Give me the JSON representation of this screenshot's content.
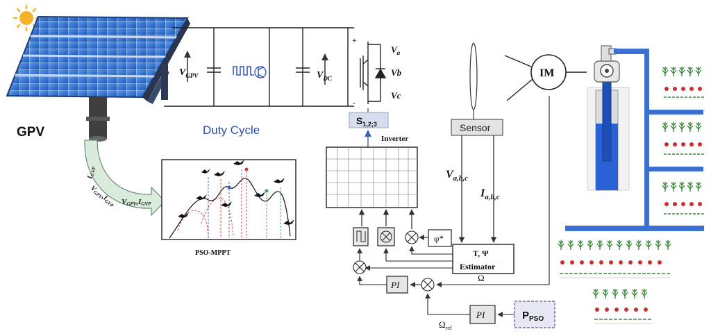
{
  "gpv": {
    "label": "GPV"
  },
  "converter": {
    "v_gpv": "V",
    "v_gpv_sub": "GPV",
    "v_dc": "V",
    "v_dc_sub": "DC",
    "duty_cycle": "Duty Cycle",
    "plus": "+",
    "minus": "-"
  },
  "inverter": {
    "label": "Inverter",
    "phase_a": "V",
    "phase_a_sub": "a",
    "phase_b": "Vb",
    "phase_c": "Vc",
    "switch_label": "S",
    "switch_sub": "1,2;3"
  },
  "arrows": {
    "igvp_label": "I",
    "igvp_sub": "GVP",
    "vgpv_igvp_label": "V",
    "vgpv_igvp_sub": "GPV",
    "vgpv_igvp_i": "I",
    "vgpv_igvp_isub": "GVP"
  },
  "mppt": {
    "label": "PSO-MPPT",
    "input_v": "V",
    "input_v_sub": "GPV",
    "input_i": "I",
    "input_i_sub": "GVP"
  },
  "control": {
    "sensor": "Sensor",
    "v_abc": "V",
    "v_abc_sub": "a,b,c",
    "i_abc": "I",
    "i_abc_sub": "a,b,c",
    "estimator_line1": "T, Ψ",
    "estimator_line2": "Estimator",
    "phi_ref": "φ*",
    "pi_speed": "PI",
    "pi_power": "PI",
    "omega": "Ω",
    "omega_ref": "Ω",
    "omega_ref_sub": "ref",
    "p_pso": "P",
    "p_pso_sub": "PSO"
  },
  "motor": {
    "label": "IM"
  },
  "colors": {
    "panel_blue": "#2d6fd8",
    "pipe_blue": "#3b6fd0",
    "water_blue": "#2a62d6",
    "sun": "#f5b22a",
    "arrow_fill": "#d9ecdc",
    "sensor_fill": "#e3e3e3",
    "switch_fill": "#d7dcef",
    "ppso_fill": "#e7e8f3",
    "duty_text": "#2a4fa8"
  },
  "icons": {
    "sun": "sun-icon",
    "solar_panel": "solar-panel-icon",
    "igbt": "igbt-icon",
    "birds": "bird-icon",
    "motor": "motor-icon",
    "pump": "pump-icon",
    "crops": "crop-icon"
  }
}
